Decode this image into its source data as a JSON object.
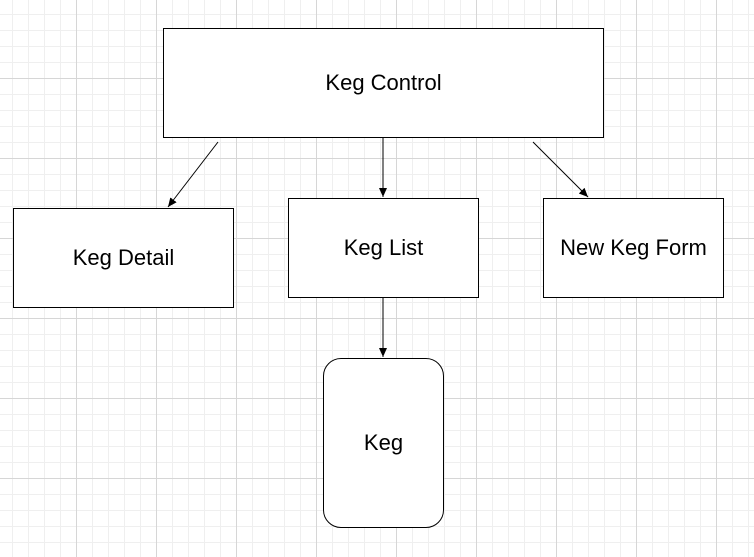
{
  "diagram": {
    "nodes": {
      "keg_control": {
        "label": "Keg Control"
      },
      "keg_detail": {
        "label": "Keg Detail"
      },
      "keg_list": {
        "label": "Keg List"
      },
      "new_keg_form": {
        "label": "New Keg Form"
      },
      "keg": {
        "label": "Keg"
      }
    },
    "edges": [
      {
        "from": "Keg Control",
        "to": "Keg Detail"
      },
      {
        "from": "Keg Control",
        "to": "Keg List"
      },
      {
        "from": "Keg Control",
        "to": "New Keg Form"
      },
      {
        "from": "Keg List",
        "to": "Keg"
      }
    ],
    "colors": {
      "stroke": "#000000",
      "fill": "#ffffff",
      "grid": "#d6d6d6"
    }
  }
}
